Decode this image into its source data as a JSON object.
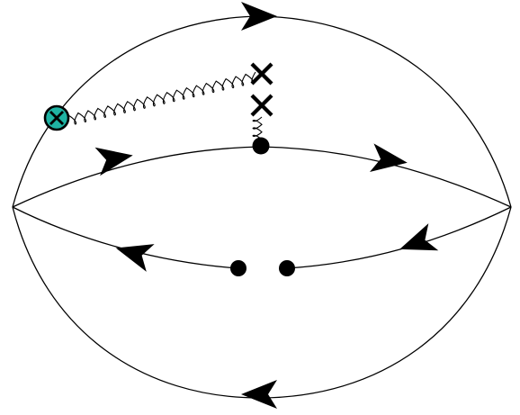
{
  "diagram": {
    "kind": "feynman-diagram",
    "propagators": [
      {
        "name": "top-arc",
        "direction": "right"
      },
      {
        "name": "middle-upper",
        "direction": "right"
      },
      {
        "name": "middle-lower",
        "direction": "left"
      },
      {
        "name": "bottom-arc",
        "direction": "left"
      }
    ],
    "gluon_lines": 2,
    "vertices": 3,
    "background_field_crosses": 2,
    "current_insertion": {
      "symbol": "otimes",
      "fill": "#1fb3a3"
    },
    "colors": {
      "line": "#000000",
      "insertion_fill": "#1fb3a3",
      "background": "#ffffff"
    }
  }
}
